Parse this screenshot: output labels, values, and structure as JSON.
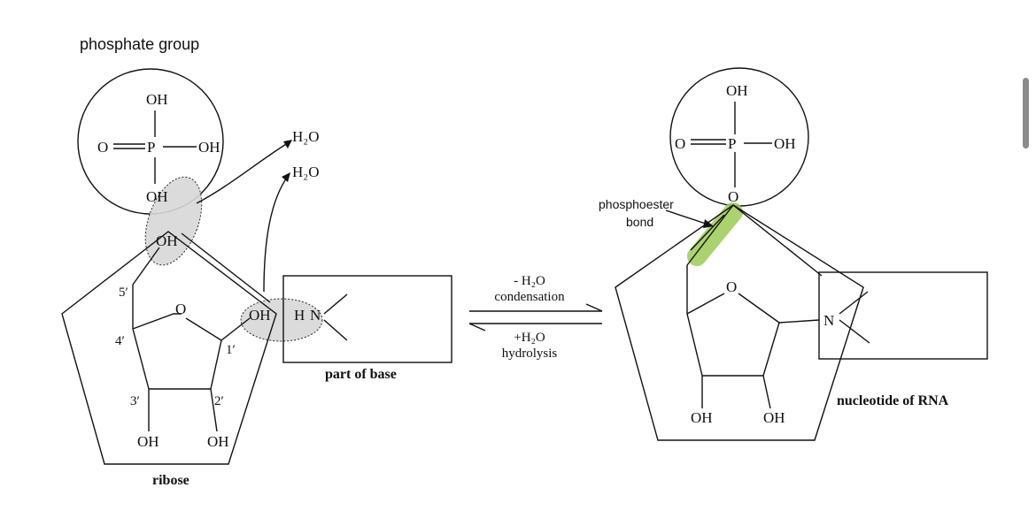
{
  "labels": {
    "phosphate_group": "phosphate group",
    "ribose": "ribose",
    "part_of_base": "part of base",
    "nucleotide_of_rna": "nucleotide of RNA",
    "phosphoester_line1": "phosphoester",
    "phosphoester_line2": "bond"
  },
  "reaction": {
    "forward_top": "- H₂O",
    "forward_bottom": "condensation",
    "reverse_top": "+H₂O",
    "reverse_bottom": "hydrolysis"
  },
  "left": {
    "oh_top": "OH",
    "o_eq": "O",
    "p": "P",
    "oh_right": "OH",
    "oh_bottom": "OH",
    "oh_sugar": "OH",
    "h2o_1": "H₂O",
    "h2o_2": "H₂O",
    "c5": "5′",
    "c4": "4′",
    "c1": "1′",
    "c3": "3′",
    "c2": "2′",
    "ring_o": "O",
    "oh_c1": "OH",
    "h_base": "H",
    "n_base": "N",
    "oh_3": "OH",
    "oh_2": "OH"
  },
  "right": {
    "oh_top": "OH",
    "o_eq": "O",
    "p": "P",
    "oh_right": "OH",
    "o_link": "O",
    "ring_o": "O",
    "n_base": "N",
    "oh_3": "OH",
    "oh_2": "OH"
  },
  "colors": {
    "highlight": "#9ccc58",
    "shade": "#d8d8d8"
  }
}
